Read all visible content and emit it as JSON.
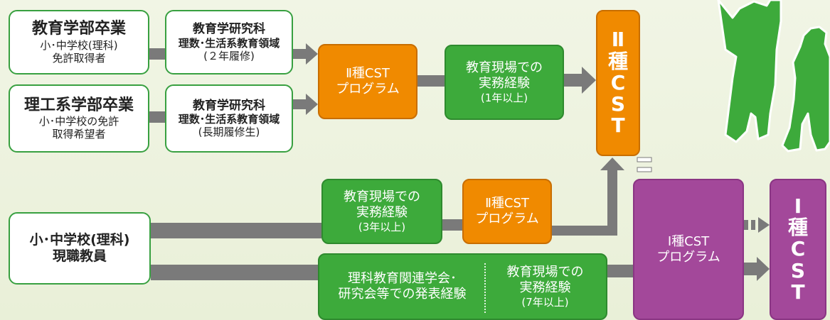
{
  "sources": {
    "edu_grad": {
      "title": "教育学部卒業",
      "line1": "小･中学校(理科)",
      "line2": "免許取得者"
    },
    "sci_grad": {
      "title": "理工系学部卒業",
      "line1": "小･中学校の免許",
      "line2": "取得希望者"
    },
    "teacher": {
      "line1": "小･中学校(理科)",
      "line2": "現職教員"
    }
  },
  "grad_programs": {
    "two_year": {
      "line1": "教育学研究科",
      "line2": "理数･生活系教育領域",
      "line3": "(２年履修)"
    },
    "long_term": {
      "line1": "教育学研究科",
      "line2": "理数･生活系教育領域",
      "line3": "(長期履修生)"
    }
  },
  "cst2_program_top": {
    "line1": "Ⅱ種CST",
    "line2": "プログラム"
  },
  "experience_top": {
    "line1": "教育現場での",
    "line2": "実務経験",
    "line3": "(1年以上)"
  },
  "experience_mid": {
    "line1": "教育現場での",
    "line2": "実務経験",
    "line3": "(3年以上)"
  },
  "cst2_program_mid": {
    "line1": "Ⅱ種CST",
    "line2": "プログラム"
  },
  "presentation": {
    "line1": "理科教育関連学会･",
    "line2": "研究会等での発表経験"
  },
  "experience_bottom": {
    "line1": "教育現場での",
    "line2": "実務経験",
    "line3": "(7年以上)"
  },
  "cst2_badge": {
    "c1": "Ⅱ",
    "c2": "種",
    "c3": "C",
    "c4": "S",
    "c5": "T"
  },
  "cst1_program": {
    "line1": "Ⅰ種CST",
    "line2": "プログラム"
  },
  "cst1_badge": {
    "c1": "Ⅰ",
    "c2": "種",
    "c3": "C",
    "c4": "S",
    "c5": "T"
  },
  "colors": {
    "orange": "#f08a00",
    "green": "#3daa3b",
    "purple": "#a3489a",
    "arrow": "#7a7a7a",
    "silhouette": "#3daa3b"
  }
}
